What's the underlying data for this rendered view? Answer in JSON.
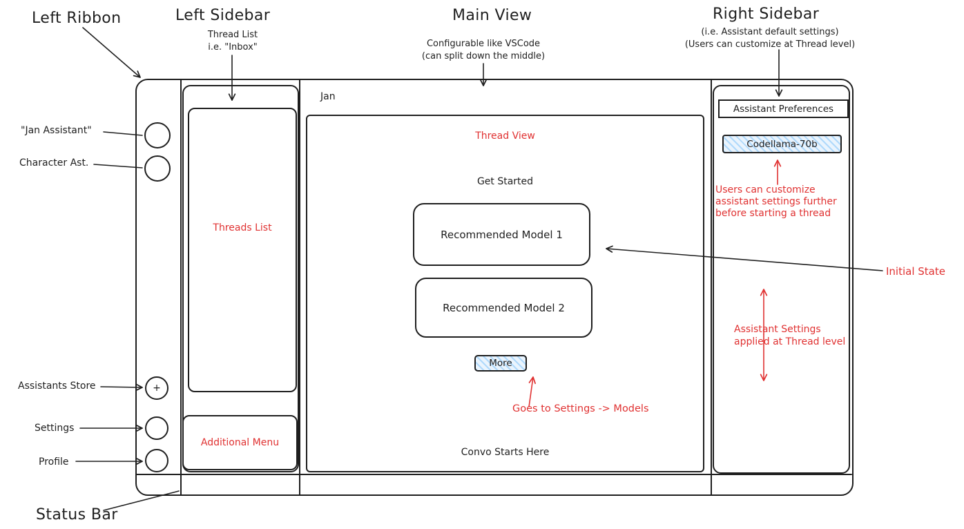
{
  "colors": {
    "ink": "#1e1e1e",
    "annotation_red": "#e03131",
    "hatch_blue": "#4dabf7",
    "hatch_bg": "#eaf4fd"
  },
  "annotations": {
    "left_ribbon": "Left Ribbon",
    "left_sidebar": "Left Sidebar",
    "left_sidebar_note": "Thread List\ni.e. \"Inbox\"",
    "main_view": "Main View",
    "main_view_note": "Configurable like VSCode\n(can split down the middle)",
    "right_sidebar": "Right Sidebar",
    "right_sidebar_note": "(i.e. Assistant default settings)\n(Users can customize at Thread level)",
    "jan_assistant": "\"Jan Assistant\"",
    "character_ast": "Character Ast.",
    "assistants_store": "Assistants Store",
    "settings": "Settings",
    "profile": "Profile",
    "status_bar": "Status Bar",
    "initial_state": "Initial State",
    "customize_note": "Users can customize\nassistant settings further\nbefore starting a thread",
    "thread_level_note": "Assistant Settings\napplied at Thread level",
    "more_note": "Goes to Settings -> Models"
  },
  "app": {
    "window_title": "Jan",
    "ribbon": {
      "plus": "+"
    },
    "sidebar": {
      "threads_list": "Threads List",
      "additional_menu": "Additional Menu"
    },
    "main": {
      "thread_view": "Thread View",
      "get_started": "Get Started",
      "model1": "Recommended Model 1",
      "model2": "Recommended Model 2",
      "more": "More",
      "convo_start": "Convo Starts Here"
    },
    "right": {
      "header": "Assistant Preferences",
      "model_chip": "Codellama-70b"
    }
  }
}
